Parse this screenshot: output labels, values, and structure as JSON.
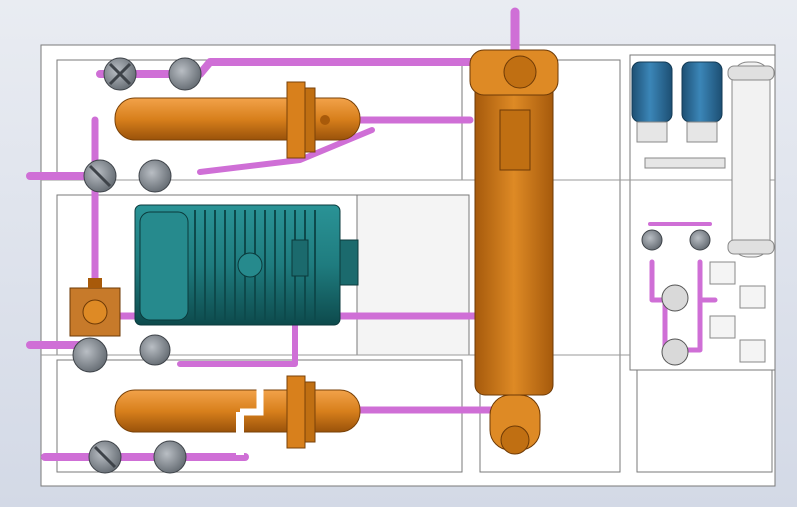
{
  "view": {
    "background_top": "#e9ecf2",
    "background_bottom": "#d3d9e6"
  },
  "colors": {
    "pipe": "#cf6fd6",
    "pipe_dark": "#9b3ea3",
    "vessel": "#d8801c",
    "vessel_dark": "#a85a0a",
    "motor": "#1f7c7f",
    "motor_dark": "#0f4f52",
    "valve": "#8d949c",
    "valve_dark": "#3e4349",
    "tank": "#2d6f9c",
    "frame": "#ffffff",
    "frame_line": "#777777"
  },
  "components": {
    "vessels": [
      "upper-separator-vessel",
      "lower-separator-vessel"
    ],
    "motor": "drive-motor",
    "compressor": "compressor-body",
    "panel": "instrument-panel",
    "tanks": [
      "blue-tank-left",
      "blue-tank-right"
    ],
    "receiver": "vertical-receiver"
  }
}
